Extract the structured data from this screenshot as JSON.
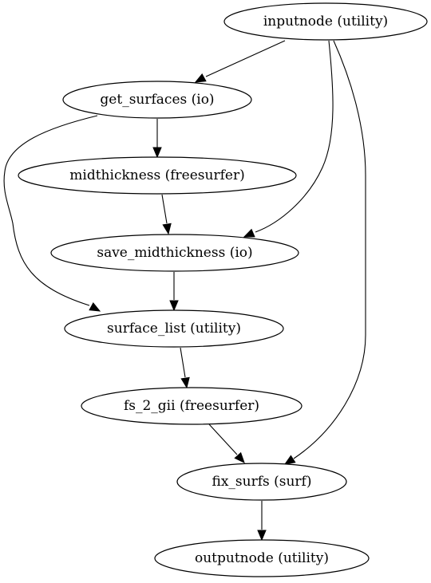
{
  "diagram": {
    "type": "directed-graph",
    "nodes": [
      {
        "id": "inputnode",
        "label": "inputnode (utility)"
      },
      {
        "id": "get_surfaces",
        "label": "get_surfaces (io)"
      },
      {
        "id": "midthickness",
        "label": "midthickness (freesurfer)"
      },
      {
        "id": "save_midthickness",
        "label": "save_midthickness (io)"
      },
      {
        "id": "surface_list",
        "label": "surface_list (utility)"
      },
      {
        "id": "fs_2_gii",
        "label": "fs_2_gii (freesurfer)"
      },
      {
        "id": "fix_surfs",
        "label": "fix_surfs (surf)"
      },
      {
        "id": "outputnode",
        "label": "outputnode (utility)"
      }
    ],
    "edges": [
      {
        "from": "inputnode",
        "to": "get_surfaces"
      },
      {
        "from": "inputnode",
        "to": "save_midthickness"
      },
      {
        "from": "inputnode",
        "to": "fix_surfs"
      },
      {
        "from": "get_surfaces",
        "to": "midthickness"
      },
      {
        "from": "get_surfaces",
        "to": "surface_list"
      },
      {
        "from": "midthickness",
        "to": "save_midthickness"
      },
      {
        "from": "save_midthickness",
        "to": "surface_list"
      },
      {
        "from": "surface_list",
        "to": "fs_2_gii"
      },
      {
        "from": "fs_2_gii",
        "to": "fix_surfs"
      },
      {
        "from": "fix_surfs",
        "to": "outputnode"
      }
    ]
  }
}
